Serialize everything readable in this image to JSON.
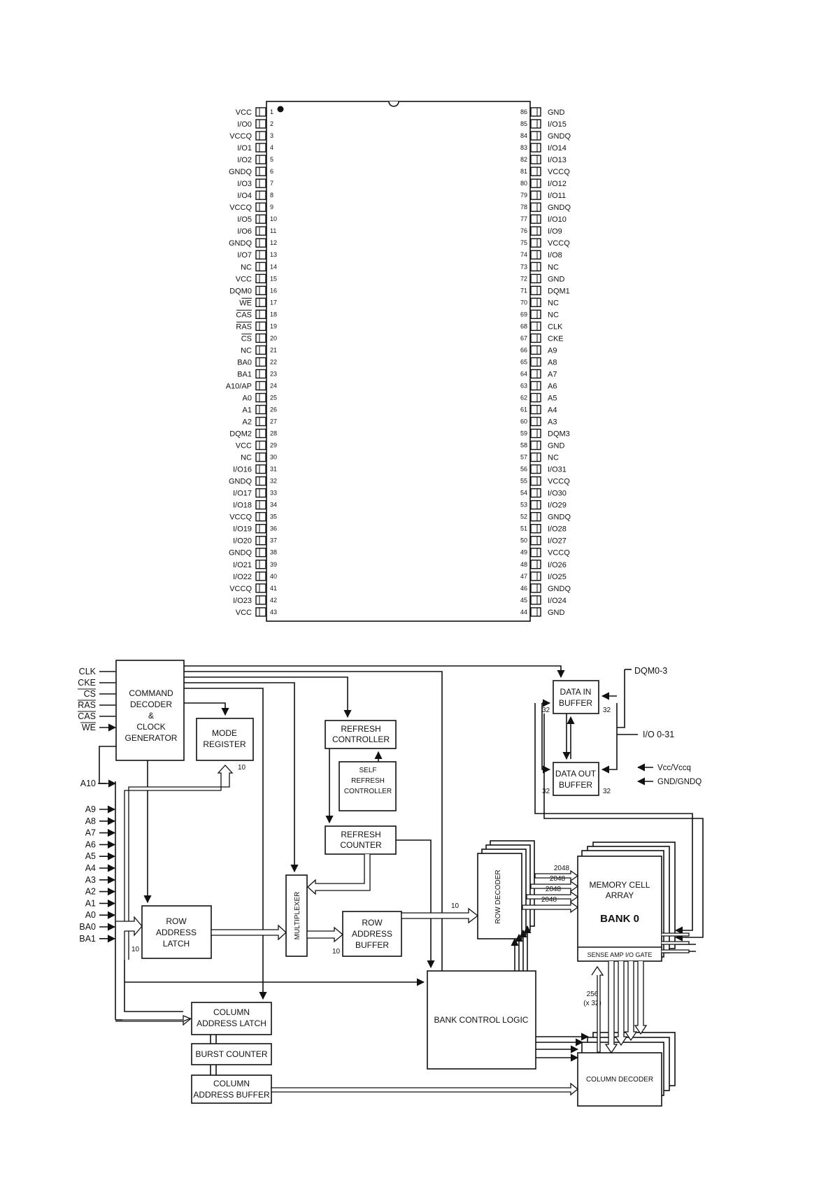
{
  "pinout": {
    "left_pins": [
      {
        "num": "1",
        "name": "VCC",
        "bar": false
      },
      {
        "num": "2",
        "name": "I/O0",
        "bar": false
      },
      {
        "num": "3",
        "name": "VCCQ",
        "bar": false
      },
      {
        "num": "4",
        "name": "I/O1",
        "bar": false
      },
      {
        "num": "5",
        "name": "I/O2",
        "bar": false
      },
      {
        "num": "6",
        "name": "GNDQ",
        "bar": false
      },
      {
        "num": "7",
        "name": "I/O3",
        "bar": false
      },
      {
        "num": "8",
        "name": "I/O4",
        "bar": false
      },
      {
        "num": "9",
        "name": "VCCQ",
        "bar": false
      },
      {
        "num": "10",
        "name": "I/O5",
        "bar": false
      },
      {
        "num": "11",
        "name": "I/O6",
        "bar": false
      },
      {
        "num": "12",
        "name": "GNDQ",
        "bar": false
      },
      {
        "num": "13",
        "name": "I/O7",
        "bar": false
      },
      {
        "num": "14",
        "name": "NC",
        "bar": false
      },
      {
        "num": "15",
        "name": "VCC",
        "bar": false
      },
      {
        "num": "16",
        "name": "DQM0",
        "bar": false
      },
      {
        "num": "17",
        "name": "WE",
        "bar": true
      },
      {
        "num": "18",
        "name": "CAS",
        "bar": true
      },
      {
        "num": "19",
        "name": "RAS",
        "bar": true
      },
      {
        "num": "20",
        "name": "CS",
        "bar": true
      },
      {
        "num": "21",
        "name": "NC",
        "bar": false
      },
      {
        "num": "22",
        "name": "BA0",
        "bar": false
      },
      {
        "num": "23",
        "name": "BA1",
        "bar": false
      },
      {
        "num": "24",
        "name": "A10/AP",
        "bar": false
      },
      {
        "num": "25",
        "name": "A0",
        "bar": false
      },
      {
        "num": "26",
        "name": "A1",
        "bar": false
      },
      {
        "num": "27",
        "name": "A2",
        "bar": false
      },
      {
        "num": "28",
        "name": "DQM2",
        "bar": false
      },
      {
        "num": "29",
        "name": "VCC",
        "bar": false
      },
      {
        "num": "30",
        "name": "NC",
        "bar": false
      },
      {
        "num": "31",
        "name": "I/O16",
        "bar": false
      },
      {
        "num": "32",
        "name": "GNDQ",
        "bar": false
      },
      {
        "num": "33",
        "name": "I/O17",
        "bar": false
      },
      {
        "num": "34",
        "name": "I/O18",
        "bar": false
      },
      {
        "num": "35",
        "name": "VCCQ",
        "bar": false
      },
      {
        "num": "36",
        "name": "I/O19",
        "bar": false
      },
      {
        "num": "37",
        "name": "I/O20",
        "bar": false
      },
      {
        "num": "38",
        "name": "GNDQ",
        "bar": false
      },
      {
        "num": "39",
        "name": "I/O21",
        "bar": false
      },
      {
        "num": "40",
        "name": "I/O22",
        "bar": false
      },
      {
        "num": "41",
        "name": "VCCQ",
        "bar": false
      },
      {
        "num": "42",
        "name": "I/O23",
        "bar": false
      },
      {
        "num": "43",
        "name": "VCC",
        "bar": false
      }
    ],
    "right_pins": [
      {
        "num": "86",
        "name": "GND",
        "bar": false
      },
      {
        "num": "85",
        "name": "I/O15",
        "bar": false
      },
      {
        "num": "84",
        "name": "GNDQ",
        "bar": false
      },
      {
        "num": "83",
        "name": "I/O14",
        "bar": false
      },
      {
        "num": "82",
        "name": "I/O13",
        "bar": false
      },
      {
        "num": "81",
        "name": "VCCQ",
        "bar": false
      },
      {
        "num": "80",
        "name": "I/O12",
        "bar": false
      },
      {
        "num": "79",
        "name": "I/O11",
        "bar": false
      },
      {
        "num": "78",
        "name": "GNDQ",
        "bar": false
      },
      {
        "num": "77",
        "name": "I/O10",
        "bar": false
      },
      {
        "num": "76",
        "name": "I/O9",
        "bar": false
      },
      {
        "num": "75",
        "name": "VCCQ",
        "bar": false
      },
      {
        "num": "74",
        "name": "I/O8",
        "bar": false
      },
      {
        "num": "73",
        "name": "NC",
        "bar": false
      },
      {
        "num": "72",
        "name": "GND",
        "bar": false
      },
      {
        "num": "71",
        "name": "DQM1",
        "bar": false
      },
      {
        "num": "70",
        "name": "NC",
        "bar": false
      },
      {
        "num": "69",
        "name": "NC",
        "bar": false
      },
      {
        "num": "68",
        "name": "CLK",
        "bar": false
      },
      {
        "num": "67",
        "name": "CKE",
        "bar": false
      },
      {
        "num": "66",
        "name": "A9",
        "bar": false
      },
      {
        "num": "65",
        "name": "A8",
        "bar": false
      },
      {
        "num": "64",
        "name": "A7",
        "bar": false
      },
      {
        "num": "63",
        "name": "A6",
        "bar": false
      },
      {
        "num": "62",
        "name": "A5",
        "bar": false
      },
      {
        "num": "61",
        "name": "A4",
        "bar": false
      },
      {
        "num": "60",
        "name": "A3",
        "bar": false
      },
      {
        "num": "59",
        "name": "DQM3",
        "bar": false
      },
      {
        "num": "58",
        "name": "GND",
        "bar": false
      },
      {
        "num": "57",
        "name": "NC",
        "bar": false
      },
      {
        "num": "56",
        "name": "I/O31",
        "bar": false
      },
      {
        "num": "55",
        "name": "VCCQ",
        "bar": false
      },
      {
        "num": "54",
        "name": "I/O30",
        "bar": false
      },
      {
        "num": "53",
        "name": "I/O29",
        "bar": false
      },
      {
        "num": "52",
        "name": "GNDQ",
        "bar": false
      },
      {
        "num": "51",
        "name": "I/O28",
        "bar": false
      },
      {
        "num": "50",
        "name": "I/O27",
        "bar": false
      },
      {
        "num": "49",
        "name": "VCCQ",
        "bar": false
      },
      {
        "num": "48",
        "name": "I/O26",
        "bar": false
      },
      {
        "num": "47",
        "name": "I/O25",
        "bar": false
      },
      {
        "num": "46",
        "name": "GNDQ",
        "bar": false
      },
      {
        "num": "45",
        "name": "I/O24",
        "bar": false
      },
      {
        "num": "44",
        "name": "GND",
        "bar": false
      }
    ]
  },
  "block": {
    "inputs": {
      "clk": "CLK",
      "cke": "CKE",
      "cs": "CS",
      "ras": "RAS",
      "cas": "CAS",
      "we": "WE",
      "a10": "A10",
      "addr": [
        "A9",
        "A8",
        "A7",
        "A6",
        "A5",
        "A4",
        "A3",
        "A2",
        "A1",
        "A0",
        "BA0",
        "BA1"
      ]
    },
    "command_decoder": [
      "COMMAND",
      "DECODER",
      "&",
      "CLOCK",
      "GENERATOR"
    ],
    "mode_register": [
      "MODE",
      "REGISTER"
    ],
    "refresh_controller": [
      "REFRESH",
      "CONTROLLER"
    ],
    "self_refresh": [
      "SELF",
      "REFRESH",
      "CONTROLLER"
    ],
    "refresh_counter": [
      "REFRESH",
      "COUNTER"
    ],
    "multiplexer": "MULTIPLEXER",
    "row_address_latch": [
      "ROW",
      "ADDRESS",
      "LATCH"
    ],
    "row_address_buffer": [
      "ROW",
      "ADDRESS",
      "BUFFER"
    ],
    "row_decoder": "ROW DECODER",
    "memory_cell_array": [
      "MEMORY CELL",
      "ARRAY"
    ],
    "bank0": "BANK 0",
    "sense_amp": "SENSE AMP I/O GATE",
    "bank_control_logic": "BANK CONTROL LOGIC",
    "column_address_latch": [
      "COLUMN",
      "ADDRESS LATCH"
    ],
    "burst_counter": "BURST COUNTER",
    "column_address_buffer": [
      "COLUMN",
      "ADDRESS BUFFER"
    ],
    "column_decoder": "COLUMN DECODER",
    "data_in_buffer": [
      "DATA IN",
      "BUFFER"
    ],
    "data_out_buffer": [
      "DATA OUT",
      "BUFFER"
    ],
    "dqm": "DQM0-3",
    "io": "I/O 0-31",
    "vcc": "Vcc/Vccq",
    "gnd": "GND/GNDQ",
    "bus_10": "10",
    "bus_32": "32",
    "bus_2048": "2048",
    "bus_256": "256",
    "bus_x32": "(x 32)"
  }
}
